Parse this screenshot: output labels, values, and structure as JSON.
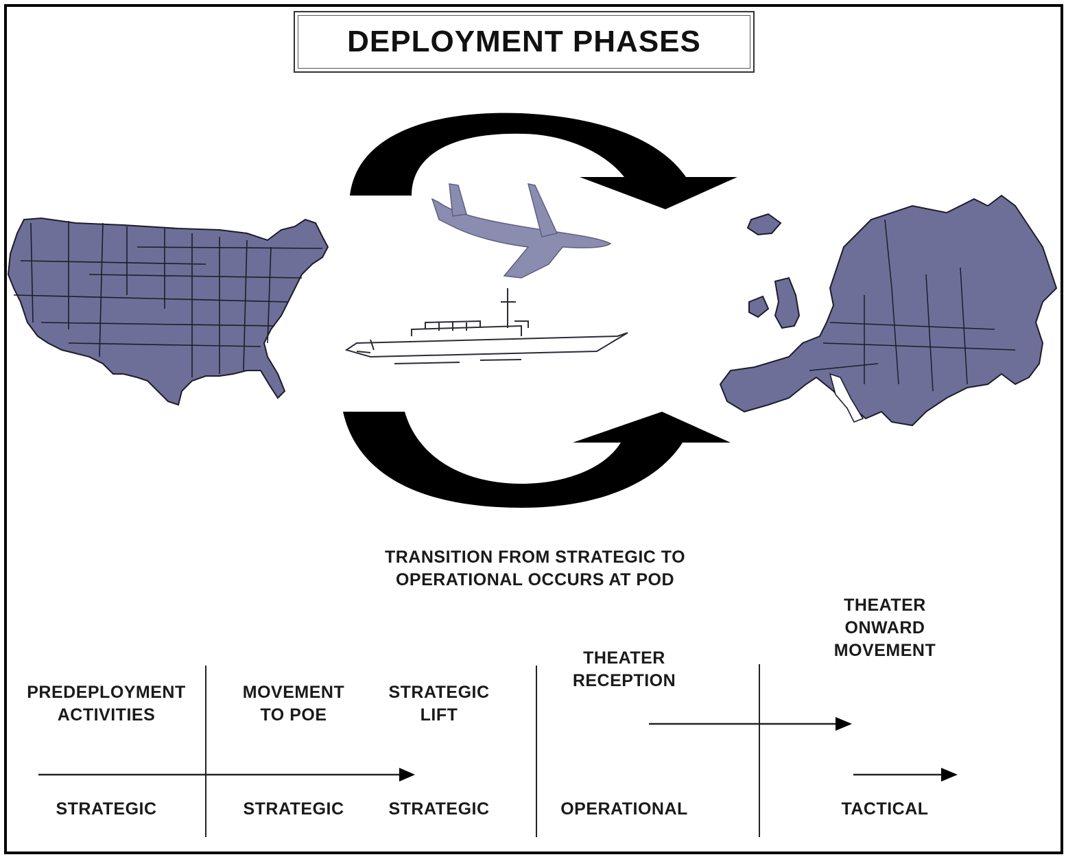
{
  "title": "DEPLOYMENT PHASES",
  "transition_note": {
    "line1": "TRANSITION FROM STRATEGIC TO",
    "line2": "OPERATIONAL OCCURS AT POD"
  },
  "phases": [
    {
      "line1": "PREDEPLOYMENT",
      "line2": "ACTIVITIES",
      "level": "STRATEGIC"
    },
    {
      "line1": "MOVEMENT",
      "line2": "TO POE",
      "level": "STRATEGIC"
    },
    {
      "line1": "STRATEGIC",
      "line2": "LIFT",
      "level": "STRATEGIC"
    },
    {
      "line1": "THEATER",
      "line2": "RECEPTION",
      "level": "OPERATIONAL"
    },
    {
      "line1": "THEATER",
      "line2": "ONWARD",
      "line3": "MOVEMENT",
      "level": "TACTICAL"
    }
  ],
  "colors": {
    "map_fill": "#6d6f98",
    "map_stroke": "#1c1c2a",
    "arrow_fill": "#000000",
    "aircraft_fill": "#8a8cb0"
  },
  "icons": [
    "usa-map",
    "europe-map",
    "cycle-arrows",
    "aircraft-icon",
    "ship-icon"
  ]
}
